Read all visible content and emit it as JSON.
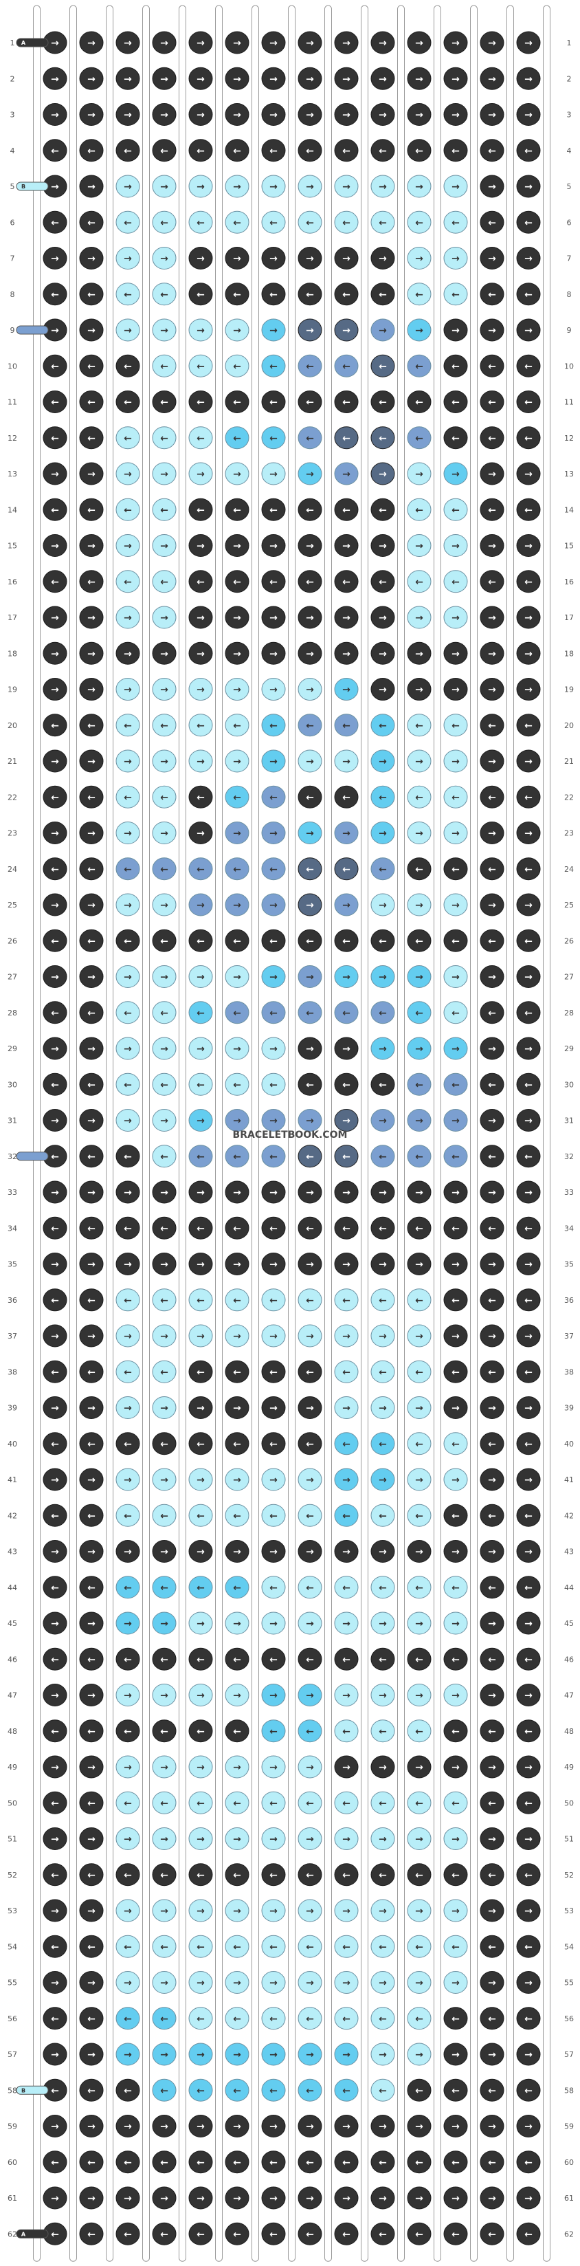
{
  "watermark": "BRACELETBOOK.COM",
  "colors": {
    "A": "#333333",
    "B": "#b8eef8",
    "C": "#63cdf0",
    "D": "#7b9fd0",
    "E": "#566a85"
  },
  "row_labels": [
    "1",
    "2",
    "3",
    "4",
    "5",
    "6",
    "7",
    "8",
    "9",
    "10",
    "11",
    "12",
    "13",
    "14",
    "15",
    "16",
    "17",
    "18",
    "19",
    "20",
    "21",
    "22",
    "23",
    "24",
    "25",
    "26",
    "27",
    "28",
    "29",
    "30",
    "31",
    "32",
    "33",
    "34",
    "35",
    "36",
    "37",
    "38",
    "39",
    "40",
    "41",
    "42",
    "43",
    "44",
    "45",
    "46",
    "47",
    "48",
    "49",
    "50",
    "51",
    "52",
    "53",
    "54",
    "55",
    "56",
    "57",
    "58",
    "59",
    "60",
    "61",
    "62"
  ],
  "strand_starts": [
    {
      "row": 1,
      "letter": "A",
      "color": "A"
    },
    {
      "row": 5,
      "letter": "B",
      "color": "B"
    },
    {
      "row": 9,
      "letter": "",
      "color": "D"
    },
    {
      "row": 32,
      "letter": "",
      "color": "D"
    },
    {
      "row": 58,
      "letter": "B",
      "color": "B"
    },
    {
      "row": 62,
      "letter": "A",
      "color": "A"
    }
  ],
  "pattern": {
    "columns": 14,
    "rows": [
      "AAAAAAAAAAAAAA",
      "AAAAAAAAAAAAAA",
      "AAAAAAAAAAAAAA",
      "AAAAAAAAAAAAAA",
      "AABBBBBBBBBBAA",
      "AABBBBBBBBBBAA",
      "AABBAAAAAABBAA",
      "AABBAAAAAABBAA",
      "AABBBBCEEDCAAA",
      "AAABBBCDDEDAAA",
      "AAAAAAAAAAAAAA",
      "AABBBCCDEEDAAA",
      "AABBBBBCDEBCAA",
      "AABBAAAAAABBAA",
      "AABBAAAAAABBAA",
      "AABBAAAAAABBAA",
      "AABBAAAAAABBAA",
      "AAAAAAAAAAAAAA",
      "AABBBBBBCAAAAA",
      "AABBBBCDDCBBAA",
      "AABBBBCBBCBBAA",
      "AABBACDAACBBAA",
      "AABBADDCDCBBAA",
      "AADDDDDEEDAAAA",
      "AABBDDDEDBBBAA",
      "AAAAAAAAAAAAAA",
      "AABBBBCDCCCBAA",
      "AABBCDDDDDCBAA",
      "AABBBBBAACCCAA",
      "AABBBBBAAADDAA",
      "AABBCDDDEDDDAA",
      "AAABDDDEEDDDAA",
      "AAAAAAAAAAAAAA",
      "AAAAAAAAAAAAAA",
      "AAAAAAAAAAAAAA",
      "AABBBBBBBBBAAA",
      "AABBBBBBBBBAAA",
      "AABBAAAABBBAAA",
      "AABBAAAABBBAAA",
      "AAAAAAAACCBBAA",
      "AABBBBBBCCBBAA",
      "AABBBBBBCBBAAA",
      "AAAAAAAAAAAAAA",
      "AACCCCBBBBBBAA",
      "AACCBBBBBBBBAA",
      "AAAAAAAAAAAAAA",
      "AABBBBCCBBBBAA",
      "AAAAAACCBBBAAA",
      "AABBBBBBAAAAAA",
      "AABBBBBBBBBBAA",
      "AABBBBBBBBBBAA",
      "AAAAAAAAAAAAAA",
      "AABBBBBBBBBBAA",
      "AABBBBBBBBBBAA",
      "AABBBBBBBBBBAA",
      "AACCBBBBBBBAAA",
      "AACCCCCCCBBAAA",
      "AAACCCCCCBAAAA",
      "AAAAAAAAAAAAAA",
      "AAAAAAAAAAAAAA",
      "AAAAAAAAAAAAAA",
      "AAAAAAAAAAAAAA"
    ],
    "directions": [
      "RRRRRRRRRRRRRR",
      "RRRRRRRRRRRRRR",
      "RRRRRRRRRRRRRR",
      "LLLLLLLLLLLLLL",
      "RRRRRRRRRRRRRR",
      "LLLLLLLLLLLLLL",
      "RRRRRRRRRRRRRR",
      "LLLLLLLLLLLLLL",
      "RRRRRRRRRRRRRR",
      "LLLLLLLLLLLLLL",
      "LLLLLLLLLLLLLL",
      "LLLLLLLLLLLLLL",
      "RRRRRRRRRRRRRR",
      "LLLLLLLLLLLLLL",
      "RRRRRRRRRRRRRR",
      "LLLLLLLLLLLLLL",
      "RRRRRRRRRRRRRR",
      "RRRRRRRRRRRRRR",
      "RRRRRRRRRRRRRR",
      "LLLLLLLLLLLLLL",
      "RRRRRRRRRRRRRR",
      "LLLLLLLLLLLLLL",
      "RRRRRRRRRRRRRR",
      "LLLLLLLLLLLLLL",
      "RRRRRRRRRRRRRR",
      "LLLLLLLLLLLLLL",
      "RRRRRRRRRRRRRR",
      "LLLLLLLLLLLLLL",
      "RRRRRRRRRRRRRR",
      "LLLLLLLLLLLLLL",
      "RRRRRRRRRRRRRR",
      "LLLLLLLLLLLLLL",
      "RRRRRRRRRRRRRR",
      "LLLLLLLLLLLLLL",
      "RRRRRRRRRRRRRR",
      "LLLLLLLLLLLLLL",
      "RRRRRRRRRRRRRR",
      "LLLLLLLLLLLLLL",
      "RRRRRRRRRRRRRR",
      "LLLLLLLLLLLLLL",
      "RRRRRRRRRRRRRR",
      "LLLLLLLLLLLLLL",
      "RRRRRRRRRRRRRR",
      "LLLLLLLLLLLLLL",
      "RRRRRRRRRRRRRR",
      "LLLLLLLLLLLLLL",
      "RRRRRRRRRRRRRR",
      "LLLLLLLLLLLLLL",
      "RRRRRRRRRRRRRR",
      "LLLLLLLLLLLLLL",
      "RRRRRRRRRRRRRR",
      "LLLLLLLLLLLLLL",
      "RRRRRRRRRRRRRR",
      "LLLLLLLLLLLLLL",
      "RRRRRRRRRRRRRR",
      "LLLLLLLLLLLLLL",
      "RRRRRRRRRRRRRR",
      "LLLLLLLLLLLLLL",
      "RRRRRRRRRRRRRR",
      "LLLLLLLLLLLLLL",
      "RRRRRRRRRRRRRR",
      "LLLLLLLLLLLLLL"
    ]
  }
}
